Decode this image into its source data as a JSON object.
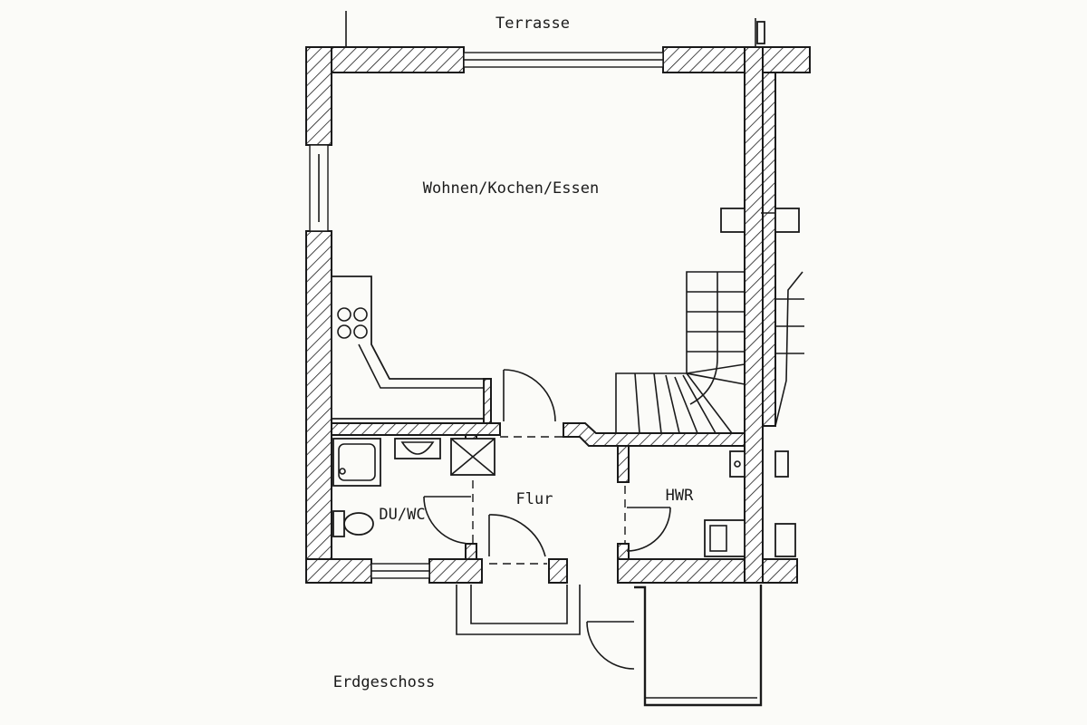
{
  "labels": {
    "terrace": "Terrasse",
    "living": "Wohnen/Kochen/Essen",
    "shower_wc": "DU/WC",
    "hall": "Flur",
    "utility": "HWR",
    "floor_name": "Erdgeschoss"
  }
}
